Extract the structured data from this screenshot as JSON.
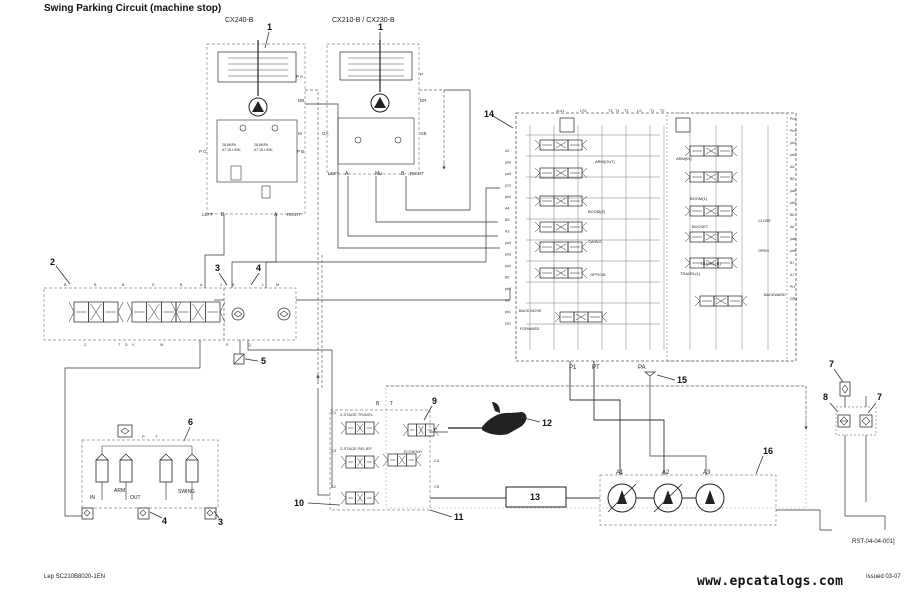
{
  "title": "Swing Parking Circuit (machine stop)",
  "footer": {
    "left": "Lep SC210B8020-1EN",
    "watermark": "www.epcatalogs.com",
    "issued": "Issued 03-07",
    "figure_ref": "RST-04-04-001]"
  },
  "motor_left": {
    "model": "CX240-B",
    "labels": {
      "pa": "P A",
      "db": "DB",
      "m": "M",
      "pb": "P B",
      "pg": "P G",
      "left": "LEFT",
      "b": "B",
      "a": "A",
      "right": "RIGHT",
      "relief1": "28.8MPA",
      "relief1b": "AT 16 L/MN",
      "relief2": "28.8MPA",
      "relief2b": "AT 16 L/MN"
    }
  },
  "motor_right": {
    "model": "CX210-B / CX230-B",
    "labels": {
      "p": "P",
      "dr": "DR",
      "ga": "GA",
      "gb": "GB",
      "left": "LEFT",
      "a": "A",
      "mu": "Mu",
      "b": "B",
      "right": "RIGHT"
    }
  },
  "callouts": [
    "1",
    "1",
    "2",
    "3",
    "4",
    "5",
    "6",
    "3",
    "4",
    "7",
    "7",
    "8",
    "9",
    "10",
    "11",
    "12",
    "13",
    "14",
    "15",
    "16"
  ],
  "control_valve": {
    "top_ports": [
      "pLs1",
      "LS2",
      "T3",
      "T4",
      "T2",
      "LS",
      "T1",
      "T2"
    ],
    "left_ports": [
      "A2",
      "pb9",
      "pa9",
      "pc3",
      "pb4",
      "A4",
      "B3",
      "A3",
      "pa3",
      "pb3",
      "pa2",
      "B2",
      "pb2",
      "A1",
      "pb1",
      "pa1"
    ],
    "right_ports": [
      "Pn2",
      "Pn1",
      "pb4",
      "pb2",
      "A5",
      "B5",
      "pa5",
      "pb5",
      "B6",
      "A6",
      "pa6",
      "pb6",
      "B7",
      "A7",
      "Pr1",
      "DR3"
    ],
    "sections": [
      "ARM(OUT)",
      "SWING",
      "BOOM(2)",
      "OPTION",
      "BACK MOVE",
      "FORWARD",
      "ARM(IN)",
      "BOOM(1)",
      "BUCKET",
      "TRAVEL(R)",
      "TRAVEL(L)",
      "CLOSE",
      "OPEN",
      "BACKWARD"
    ],
    "bottom_ports": [
      "P1",
      "PT",
      "PA"
    ]
  },
  "pilot_valve_left": {
    "labels": [
      "IN",
      "ARM",
      "OUT",
      "SWING",
      "P",
      "T"
    ]
  },
  "solenoid_block": {
    "labels": [
      "2-STAGE TRAVEL",
      "2-STAGE RELIEF",
      "ECONOMY",
      "C1",
      "C2",
      "C3",
      "C4",
      "C5",
      "B",
      "T",
      "P"
    ]
  },
  "pump": {
    "labels": [
      "A1",
      "A2",
      "A3"
    ]
  },
  "block2": {
    "labels": [
      "B",
      "B",
      "B",
      "D",
      "B",
      "A",
      "J",
      "B",
      "L",
      "M",
      "C",
      "T",
      "D",
      "E",
      "Q",
      "V",
      "W"
    ]
  }
}
